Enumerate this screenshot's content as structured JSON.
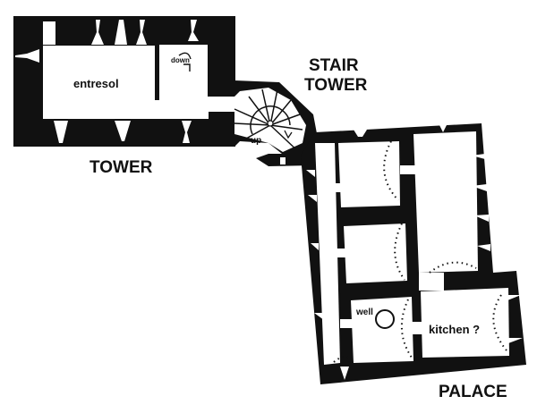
{
  "title": "Floor plan: tower, stair tower and palace",
  "labels": {
    "tower": "TOWER",
    "stair_tower_line1": "STAIR",
    "stair_tower_line2": "TOWER",
    "palace": "PALACE",
    "entresol": "entresol",
    "down": "down",
    "up": "up",
    "well": "well",
    "kitchen": "kitchen ?"
  },
  "colors": {
    "wall": "#111111",
    "floor": "#ffffff"
  }
}
